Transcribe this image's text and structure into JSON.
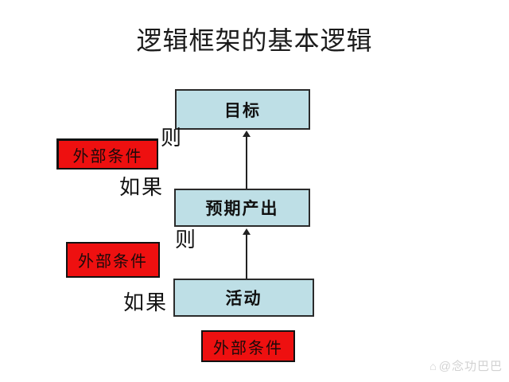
{
  "title": "逻辑框架的基本逻辑",
  "colors": {
    "node_fill": "#bedfe6",
    "node_border": "#2b2b2b",
    "external_condition_fill": "#ee1010",
    "background": "#ffffff",
    "watermark": "#d2d2d2"
  },
  "chart_data": {
    "type": "diagram-flowchart",
    "direction": "bottom-to-top",
    "nodes": [
      {
        "id": "goal",
        "label": "目标"
      },
      {
        "id": "output",
        "label": "预期产出"
      },
      {
        "id": "activity",
        "label": "活动"
      }
    ],
    "edges": [
      {
        "from": "output",
        "to": "goal",
        "style": "arrow-up"
      },
      {
        "from": "activity",
        "to": "output",
        "style": "arrow-up"
      }
    ],
    "side_nodes": [
      {
        "id": "ext-1",
        "label": "外部条件"
      },
      {
        "id": "ext-2",
        "label": "外部条件"
      },
      {
        "id": "ext-3",
        "label": "外部条件"
      }
    ]
  },
  "diagram": {
    "nodes": [
      {
        "label": "目标"
      },
      {
        "label": "预期产出"
      },
      {
        "label": "活动"
      }
    ],
    "external_conditions": [
      {
        "label": "外部条件"
      },
      {
        "label": "外部条件"
      },
      {
        "label": "外部条件"
      }
    ],
    "connectors": {
      "then": "则",
      "if": "如果"
    }
  },
  "watermark": {
    "icon": "⌂",
    "text": "@念功巴巴"
  }
}
